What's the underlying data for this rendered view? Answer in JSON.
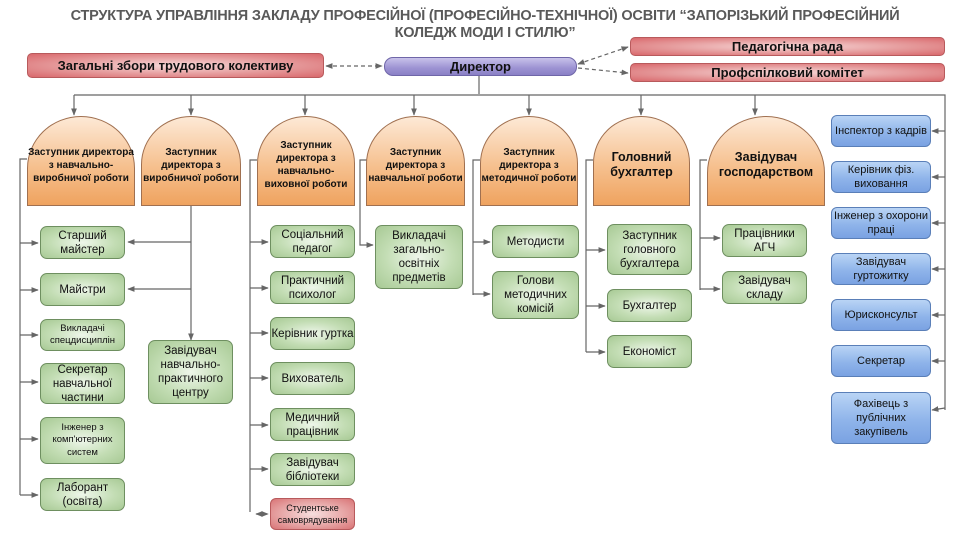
{
  "title": "СТРУКТУРА УПРАВЛІННЯ ЗАКЛАДУ ПРОФЕСІЙНОЇ (ПРОФЕСІЙНО-ТЕХНІЧНОЇ) ОСВІТИ “ЗАПОРІЗЬКИЙ ПРОФЕСІЙНИЙ КОЛЕДЖ МОДИ І СТИЛЮ”",
  "top": {
    "general_meeting": "Загальні збори трудового колективу",
    "director": "Директор",
    "pedagogical_council": "Педагогічна рада",
    "trade_union": "Профспілковий комітет"
  },
  "deputies": [
    {
      "label": "Заступник директора з навчально-виробничої роботи",
      "children": [
        "Старший майстер",
        "Майстри",
        "Викладачі спецдисциплін",
        "Секретар навчальної частини",
        "Інженер з комп'ютерних систем",
        "Лаборант (освіта)"
      ]
    },
    {
      "label": "Заступник директора з виробничої роботи",
      "children": [
        "Завідувач навчально-практичного центру"
      ]
    },
    {
      "label": "Заступник директора з навчально-виховної роботи",
      "children": [
        "Соціальний педагог",
        "Практичний психолог",
        "Керівник гуртка",
        "Вихователь",
        "Медичний працівник",
        "Завідувач бібліотеки",
        "Студентське самоврядування"
      ]
    },
    {
      "label": "Заступник директора з навчальної роботи",
      "children": [
        "Викладачі загально-освітніх предметів"
      ]
    },
    {
      "label": "Заступник директора з методичної роботи",
      "children": [
        "Методисти",
        "Голови методичних комісій"
      ]
    },
    {
      "label": "Головний бухгалтер",
      "children": [
        "Заступник головного бухгалтера",
        "Бухгалтер",
        "Економіст"
      ]
    },
    {
      "label": "Завідувач господарством",
      "children": [
        "Працівники АГЧ",
        "Завідувач складу"
      ]
    }
  ],
  "staff": [
    "Інспектор з кадрів",
    "Керівник фіз. виховання",
    "Інженер з охорони праці",
    "Завідувач гуртожитку",
    "Юрисконсульт",
    "Секретар",
    "Фахівець з публічних закупівель"
  ]
}
